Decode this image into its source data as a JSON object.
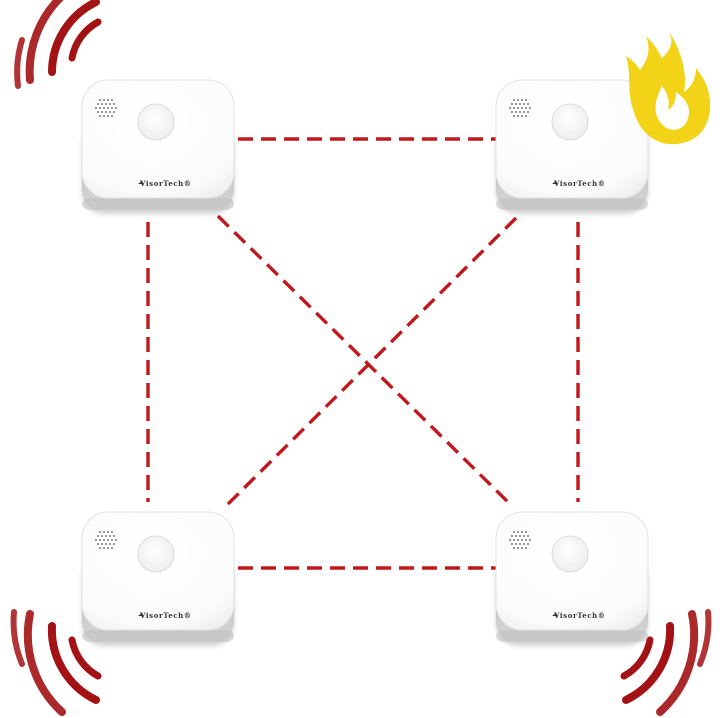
{
  "brand": {
    "name": "VisorTech®"
  },
  "detectors": [
    {
      "position": "top-left",
      "state": "alarm-sounding"
    },
    {
      "position": "top-right",
      "state": "fire-detected"
    },
    {
      "position": "bottom-left",
      "state": "alarm-sounding"
    },
    {
      "position": "bottom-right",
      "state": "alarm-sounding"
    }
  ],
  "colors": {
    "link_line": "#c0181b",
    "sound_wave": "#a31214",
    "flame": "#f3d317",
    "detector_body": "#ffffff",
    "detector_ring": "#c9c9c9"
  },
  "icons": {
    "flame": "flame-icon",
    "sound_wave": "sound-wave-icon",
    "speaker_grille": "speaker-grille-icon",
    "test_button": "test-button-icon",
    "brand_logo": "brand-logo-icon"
  }
}
